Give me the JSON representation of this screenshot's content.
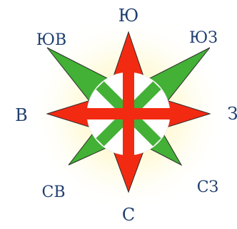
{
  "compass": {
    "labels": {
      "top": "Ю",
      "top_left": "ЮВ",
      "top_right": "ЮЗ",
      "left": "В",
      "right": "З",
      "bottom_left": "СВ",
      "bottom_right": "СЗ",
      "bottom": "С"
    },
    "colors": {
      "cardinal_arrow": "#f22a12",
      "diagonal_arrow": "#43b036",
      "center_circle": "#ffffff",
      "halo": "#fff6c8",
      "label_text": "#1f3e6e",
      "arrow_outline": "#2b2b2b"
    }
  }
}
